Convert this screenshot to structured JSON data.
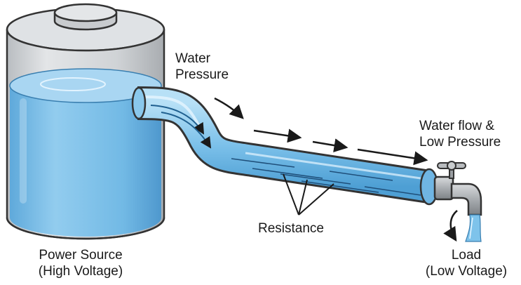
{
  "labels": {
    "water_pressure": [
      "Water",
      "Pressure"
    ],
    "water_flow": [
      "Water flow &",
      "Low Pressure"
    ],
    "resistance": "Resistance",
    "power_source": [
      "Power Source",
      "(High Voltage)"
    ],
    "load": [
      "Load",
      "(Low Voltage)"
    ]
  },
  "colors": {
    "outline": "#333333",
    "tank_metal": "#d3d6d9",
    "water_dark": "#4d9fd6",
    "water_light": "#a9d6f2",
    "pipe_water": "#7ec3eb",
    "faucet": "#a7abaf",
    "arrow": "#1a1a1a"
  }
}
